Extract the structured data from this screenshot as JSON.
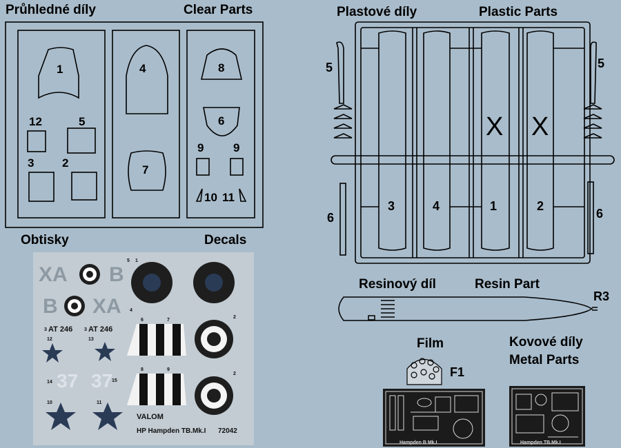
{
  "headings": {
    "clear_cz": "Průhledné díly",
    "clear_en": "Clear Parts",
    "plastic_cz": "Plastové díly",
    "plastic_en": "Plastic Parts",
    "decals_cz": "Obtisky",
    "decals_en": "Decals",
    "resin_cz": "Resinový díl",
    "resin_en": "Resin Part",
    "film": "Film",
    "metal_cz": "Kovové díly",
    "metal_en": "Metal Parts"
  },
  "clear_parts": {
    "p1": "1",
    "p2": "2",
    "p3": "3",
    "p4": "4",
    "p5": "5",
    "p6": "6",
    "p7": "7",
    "p8": "8",
    "p9a": "9",
    "p9b": "9",
    "p10": "10",
    "p11": "11",
    "p12": "12"
  },
  "plastic_parts": {
    "p1": "1",
    "p2": "2",
    "p3": "3",
    "p4": "4",
    "p5_left": "5",
    "p5_right": "5",
    "p6_left": "6",
    "p6_right": "6",
    "x_mark_1": "X",
    "x_mark_2": "X"
  },
  "resin": {
    "part": "R3"
  },
  "film": {
    "part": "F1"
  },
  "decals": {
    "code_xa_top": "XA",
    "code_b_top": "B",
    "code_b_mid": "B",
    "code_xa_mid": "XA",
    "serial_1": "AT 246",
    "serial_2": "AT 246",
    "number_1": "37",
    "number_2": "37",
    "brand": "VALOM",
    "product": "HP Hampden TB.Mk.I",
    "catalog": "72042",
    "idx": [
      "5",
      "1",
      "4",
      "6",
      "7",
      "3",
      "3",
      "12",
      "13",
      "14",
      "15",
      "10",
      "11",
      "8",
      "9",
      "2",
      "2"
    ]
  },
  "photoetch": {
    "caption_1": "Hampden B Mk.I",
    "caption_2": "Hampden TB.Mk.I"
  },
  "colors": {
    "background": "#a9bccb",
    "line": "#000000",
    "decal_sheet": "#c3ccd3",
    "decal_grey": "#8e9aa3",
    "roundel_blue": "#2a3b56",
    "photoetch": "#1b1b1b"
  }
}
